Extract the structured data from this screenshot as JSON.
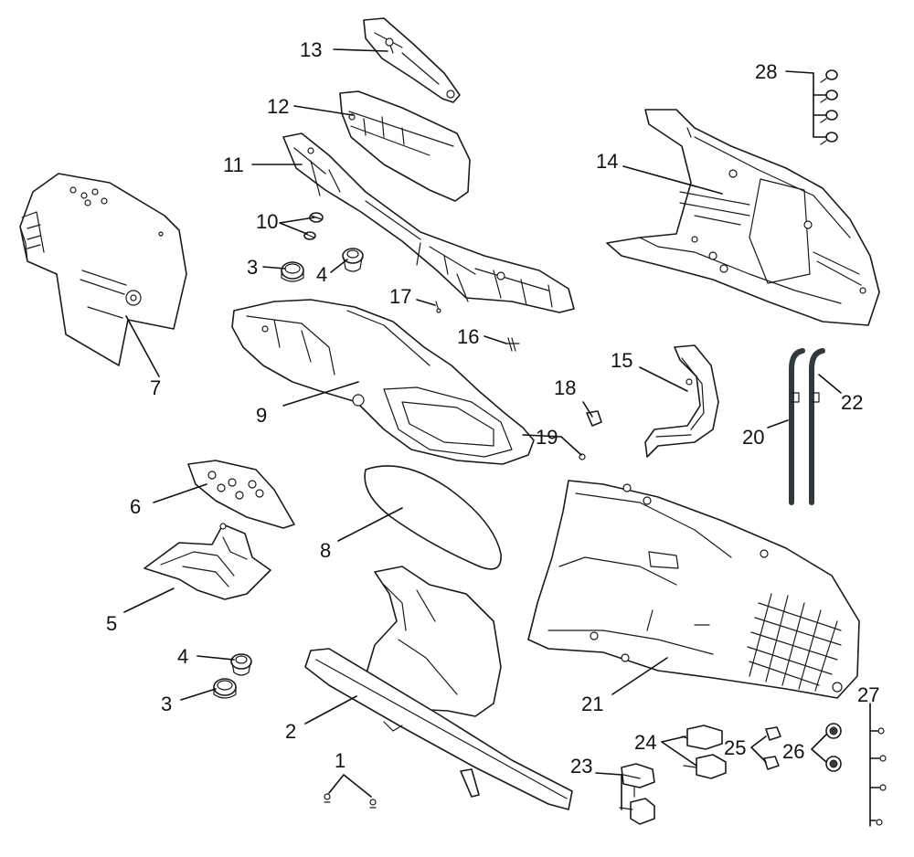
{
  "callouts": [
    {
      "id": "c1",
      "text": "1"
    },
    {
      "id": "c2",
      "text": "2"
    },
    {
      "id": "c3a",
      "text": "3"
    },
    {
      "id": "c3b",
      "text": "3"
    },
    {
      "id": "c4a",
      "text": "4"
    },
    {
      "id": "c4b",
      "text": "4"
    },
    {
      "id": "c5",
      "text": "5"
    },
    {
      "id": "c6",
      "text": "6"
    },
    {
      "id": "c7",
      "text": "7"
    },
    {
      "id": "c8",
      "text": "8"
    },
    {
      "id": "c9",
      "text": "9"
    },
    {
      "id": "c10",
      "text": "10"
    },
    {
      "id": "c11",
      "text": "11"
    },
    {
      "id": "c12",
      "text": "12"
    },
    {
      "id": "c13",
      "text": "13"
    },
    {
      "id": "c14",
      "text": "14"
    },
    {
      "id": "c15",
      "text": "15"
    },
    {
      "id": "c16",
      "text": "16"
    },
    {
      "id": "c17",
      "text": "17"
    },
    {
      "id": "c18",
      "text": "18"
    },
    {
      "id": "c19",
      "text": "19"
    },
    {
      "id": "c20",
      "text": "20"
    },
    {
      "id": "c21",
      "text": "21"
    },
    {
      "id": "c22",
      "text": "22"
    },
    {
      "id": "c23",
      "text": "23"
    },
    {
      "id": "c24",
      "text": "24"
    },
    {
      "id": "c25",
      "text": "25"
    },
    {
      "id": "c26",
      "text": "26"
    },
    {
      "id": "c27",
      "text": "27"
    },
    {
      "id": "c28",
      "text": "28"
    }
  ]
}
